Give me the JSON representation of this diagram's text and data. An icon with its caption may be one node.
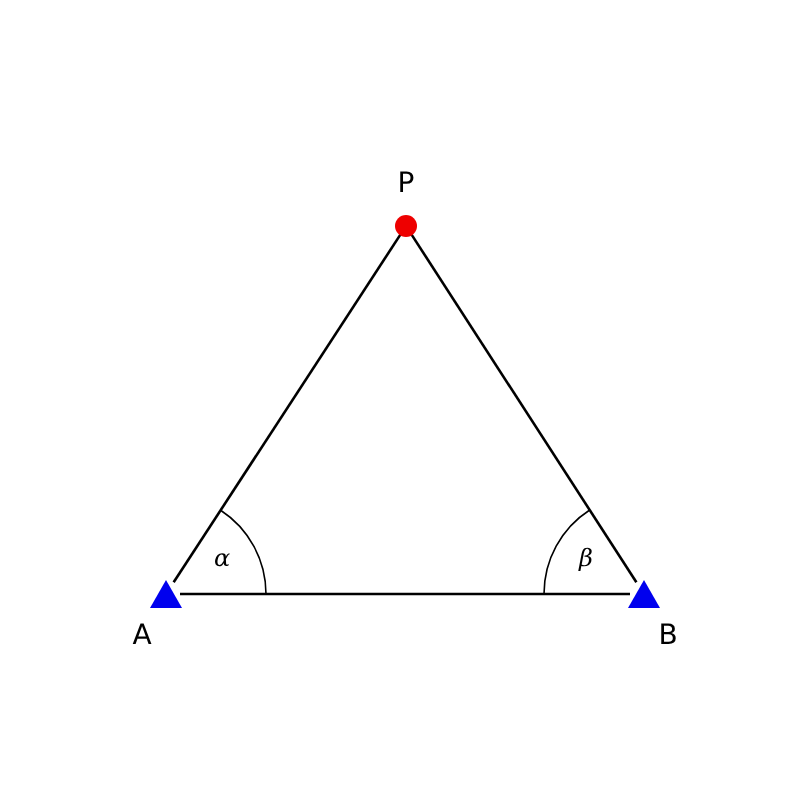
{
  "diagram": {
    "nodes": [
      {
        "text": [],
        "shape": "circle",
        "beside": [
          "P"
        ]
      },
      {
        "text": [],
        "shape": "triangle",
        "beside": [
          "A"
        ]
      },
      {
        "text": [],
        "shape": "triangle",
        "beside": [
          "B"
        ]
      }
    ],
    "edges": [
      {
        "from": 1,
        "to": 0,
        "arrow": "none"
      },
      {
        "from": 0,
        "to": 2,
        "arrow": "none"
      },
      {
        "from": 1,
        "to": 2,
        "arrow": "none"
      }
    ],
    "labels": [
      "α",
      "β"
    ]
  }
}
